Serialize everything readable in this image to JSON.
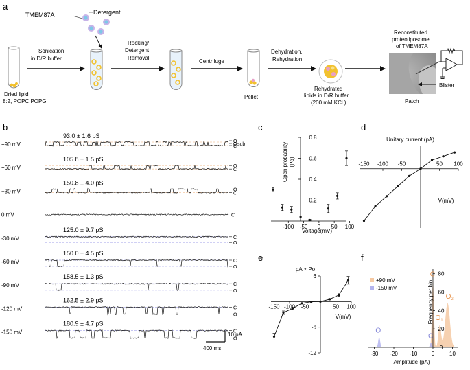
{
  "panel_a": {
    "label": "a",
    "protein": "TMEM87A",
    "detergent": "Detergent",
    "dried_lipid": "Dried lipid",
    "lipid_ratio": "8:2, POPC:POPG",
    "step1_line1": "Sonication",
    "step1_line2": "in D/R buffer",
    "step2_line1": "Rocking/",
    "step2_line2": "Detergent",
    "step2_line3": "Removal",
    "step3": "Centrifuge",
    "pellet": "Pellet",
    "step4_line1": "Dehydration,",
    "step4_line2": "Rehydration",
    "rehyd_line1": "Rehydrated",
    "rehyd_line2": "lipids in D/R buffer",
    "rehyd_line3": "(200 mM KCl )",
    "recon_line1": "Reconstituted",
    "recon_line2": "proteoliposome",
    "recon_line3": "of TMEM87A",
    "blister": "Blister",
    "patch": "Patch"
  },
  "panel_b": {
    "label": "b",
    "scale_current": "10 pA",
    "scale_time": "400 ms",
    "traces": [
      {
        "voltage": "+90 mV",
        "conductance": "93.0 ± 1.6 pS",
        "levels": [
          "O",
          "O",
          "C"
        ],
        "sub": "sub"
      },
      {
        "voltage": "+60 mV",
        "conductance": "105.8 ± 1.5 pS",
        "levels": [
          "O",
          "C"
        ]
      },
      {
        "voltage": "+30 mV",
        "conductance": "150.8 ± 4.0 pS",
        "levels": [
          "O",
          "C"
        ]
      },
      {
        "voltage": "0 mV",
        "conductance": "",
        "levels": [
          "C"
        ]
      },
      {
        "voltage": "-30 mV",
        "conductance": "125.0 ± 9.7 pS",
        "levels": [
          "C",
          "O"
        ]
      },
      {
        "voltage": "-60 mV",
        "conductance": "150.0 ± 4.5 pS",
        "levels": [
          "C",
          "O"
        ]
      },
      {
        "voltage": "-90 mV",
        "conductance": "158.5 ± 1.3 pS",
        "levels": [
          "C",
          "O"
        ]
      },
      {
        "voltage": "-120 mV",
        "conductance": "162.5 ± 2.9 pS",
        "levels": [
          "C",
          "O"
        ]
      },
      {
        "voltage": "-150 mV",
        "conductance": "180.9 ± 4.7 pS",
        "levels": [
          "C",
          "O"
        ]
      }
    ]
  },
  "chart_data": [
    {
      "panel": "c",
      "type": "scatter",
      "xlabel": "Voltage(mV)",
      "ylabel": "Open probability (Po)",
      "ylabel_line1": "Open probability",
      "ylabel_line2": "(Po)",
      "xlim": [
        -150,
        90
      ],
      "ylim": [
        0,
        0.8
      ],
      "xticks": [
        -100,
        -50,
        0,
        50,
        100
      ],
      "xticklabels": [
        "-100",
        "-50",
        "0",
        "50",
        "100"
      ],
      "yticks": [
        0.2,
        0.4,
        0.6,
        0.8
      ],
      "yticklabels": [
        "0.2",
        "0.4",
        "0.6",
        "0.8"
      ],
      "x": [
        -150,
        -120,
        -90,
        -60,
        -30,
        30,
        60,
        90
      ],
      "y": [
        0.3,
        0.13,
        0.11,
        0.04,
        0.01,
        0.12,
        0.24,
        0.6
      ],
      "err": [
        0.02,
        0.03,
        0.03,
        0.01,
        0.005,
        0.04,
        0.03,
        0.07
      ]
    },
    {
      "panel": "d",
      "type": "line",
      "title": "Unitary current (pA)",
      "xlabel": "V(mV)",
      "xlim": [
        -160,
        100
      ],
      "ylim": [
        -30,
        12
      ],
      "xticks": [
        -150,
        -100,
        -50,
        50,
        100
      ],
      "xticklabels": [
        "-150",
        "-100",
        "-50",
        "50",
        "100"
      ],
      "x": [
        -150,
        -120,
        -90,
        -60,
        -30,
        0,
        30,
        60,
        90
      ],
      "y": [
        -27,
        -19.5,
        -14.3,
        -9,
        -3.8,
        0,
        4.5,
        6.4,
        8.4
      ]
    },
    {
      "panel": "e",
      "type": "line",
      "title": "pA × Po",
      "xlabel": "V(mV)",
      "xlim": [
        -160,
        100
      ],
      "ylim": [
        -12,
        6
      ],
      "xticks": [
        -150,
        -100,
        -50,
        50,
        100
      ],
      "xticklabels": [
        "-150",
        "-100",
        "-50",
        "50",
        "100"
      ],
      "yticks": [
        6,
        -6,
        -12
      ],
      "yticklabels": [
        "6",
        "-6",
        "-12"
      ],
      "x": [
        -150,
        -120,
        -90,
        -60,
        -30,
        0,
        30,
        60,
        90
      ],
      "y": [
        -8.2,
        -2.6,
        -1.6,
        -0.4,
        -0.05,
        0,
        0.55,
        1.55,
        5.0
      ],
      "err": [
        0.8,
        0.4,
        0.3,
        0.1,
        0.05,
        0,
        0.15,
        0.3,
        0.9
      ]
    },
    {
      "panel": "f",
      "type": "area",
      "xlabel": "Amplitude (pA)",
      "ylabel": "Frequency per bin",
      "xlim": [
        -33,
        13
      ],
      "ylim": [
        0,
        85
      ],
      "xticks": [
        -30,
        -20,
        -10,
        0,
        10
      ],
      "xticklabels": [
        "-30",
        "-20",
        "-10",
        "0",
        "10"
      ],
      "yticks": [
        0,
        20,
        40,
        60,
        80
      ],
      "yticklabels": [
        "0",
        "20",
        "40",
        "60",
        "80"
      ],
      "series": [
        {
          "name": "+90 mV",
          "color": "#f5c9a3",
          "peaks": [
            {
              "mu": 0,
              "amp": 72,
              "sd": 0.5
            },
            {
              "mu": 3.5,
              "amp": 24,
              "sd": 0.7
            },
            {
              "mu": 7.5,
              "amp": 48,
              "sd": 1.2
            }
          ]
        },
        {
          "name": "-150 mV",
          "color": "#b3b4ee",
          "peaks": [
            {
              "mu": -27.5,
              "amp": 11,
              "sd": 0.5
            },
            {
              "mu": -1.0,
              "amp": 5,
              "sd": 0.5
            }
          ]
        }
      ],
      "peak_labels": [
        {
          "text": "C",
          "sub": "",
          "x": -0.2,
          "y": 77,
          "color": "#e6924b"
        },
        {
          "text": "O",
          "sub": "2",
          "x": 8.5,
          "y": 53,
          "color": "#e6924b"
        },
        {
          "text": "O",
          "sub": "1",
          "x": 3.2,
          "y": 30,
          "color": "#e6924b"
        },
        {
          "text": "O",
          "sub": "",
          "x": -28,
          "y": 16,
          "color": "#7e80d6"
        },
        {
          "text": "C",
          "sub": "",
          "x": -1.2,
          "y": 10,
          "color": "#7e80d6"
        }
      ]
    }
  ],
  "colors": {
    "orange": "#e6924b",
    "orange_fill": "#f5c9a3",
    "blue": "#7e80d6",
    "blue_fill": "#b3b4ee",
    "tube_yellow": "#f2c12e"
  }
}
